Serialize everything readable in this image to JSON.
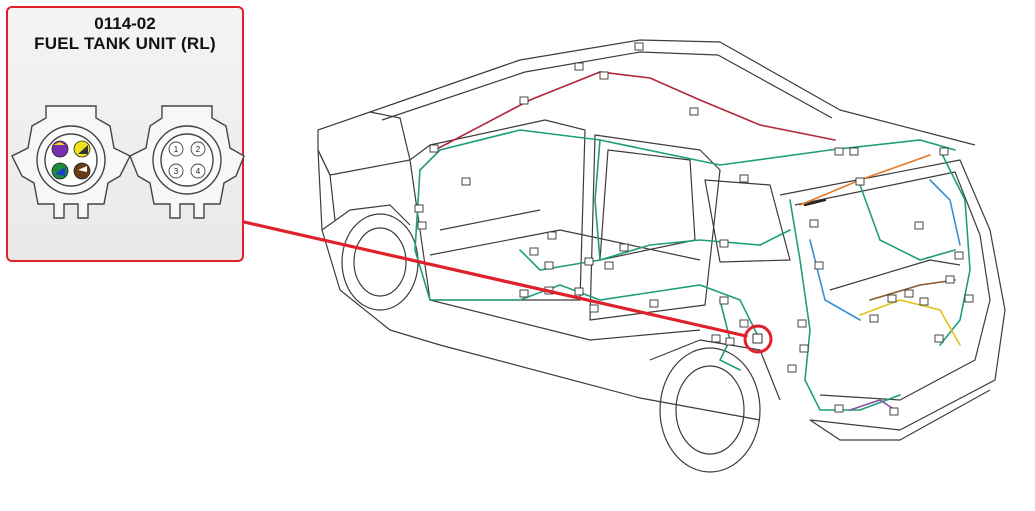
{
  "connector": {
    "code": "0114-02",
    "name": "FUEL TANK UNIT (RL)",
    "pins": [
      "1",
      "2",
      "3",
      "4"
    ]
  },
  "colors": {
    "callout_border": "#e0202a",
    "callout_bg": "#ececec",
    "leader_line": "#e0202a",
    "highlight_ring": "#e0202a",
    "harness_green": "#1f9e79",
    "harness_red": "#b0283a",
    "harness_orange": "#e07a2a",
    "harness_yellow": "#e2c21a",
    "harness_blue": "#3a8fd0",
    "harness_purple": "#8a4ea8",
    "harness_brown": "#8a5a2a",
    "body_outline": "#444444"
  },
  "wire_colors_face_view": [
    "violet/yellow",
    "yellow/black",
    "green/blue",
    "brown/white"
  ]
}
